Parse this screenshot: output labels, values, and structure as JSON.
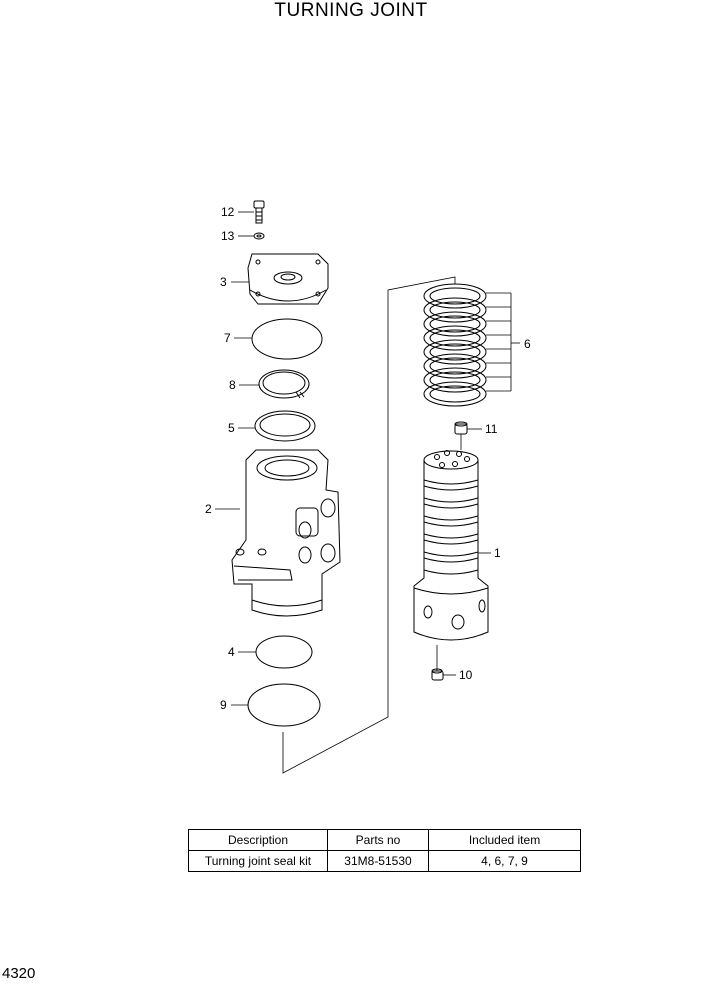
{
  "title": "TURNING JOINT",
  "page_number": "4320",
  "callouts": {
    "c1": "1",
    "c2": "2",
    "c3": "3",
    "c4": "4",
    "c5": "5",
    "c6": "6",
    "c7": "7",
    "c8": "8",
    "c9": "9",
    "c10": "10",
    "c11": "11",
    "c12": "12",
    "c13": "13"
  },
  "table": {
    "headers": [
      "Description",
      "Parts no",
      "Included item"
    ],
    "rows": [
      [
        "Turning joint seal kit",
        "31M8-51530",
        "4, 6, 7, 9"
      ]
    ]
  }
}
